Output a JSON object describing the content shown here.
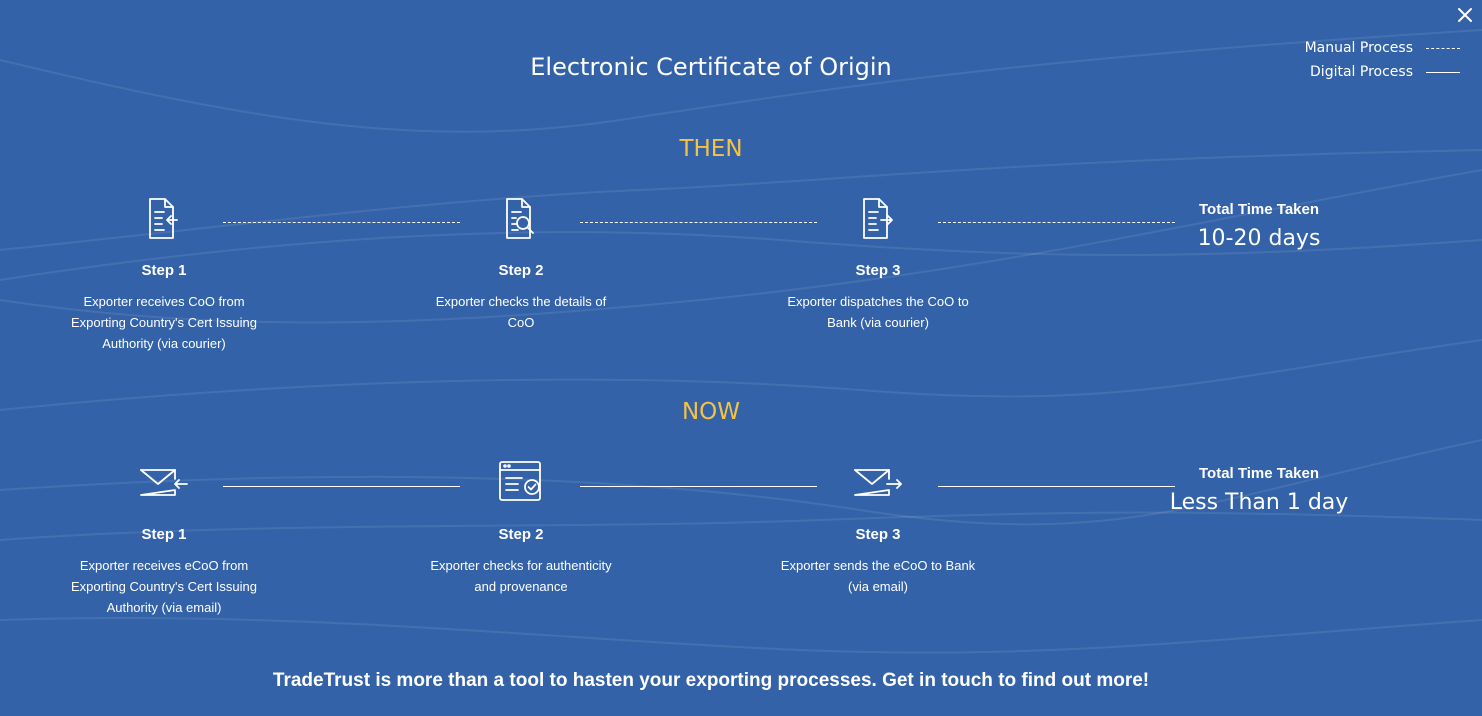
{
  "title": "Electronic Certificate of Origin",
  "legend": {
    "manual": "Manual Process",
    "digital": "Digital Process"
  },
  "then": {
    "label": "THEN",
    "steps": [
      {
        "title": "Step 1",
        "desc": "Exporter receives CoO from Exporting Country's Cert Issuing Authority (via courier)",
        "icon": "document-receive-icon"
      },
      {
        "title": "Step 2",
        "desc": "Exporter checks the details of CoO",
        "icon": "document-search-icon"
      },
      {
        "title": "Step 3",
        "desc": "Exporter dispatches the CoO to Bank (via courier)",
        "icon": "document-send-icon"
      }
    ],
    "total_label": "Total Time Taken",
    "total_value": "10-20 days"
  },
  "now": {
    "label": "NOW",
    "steps": [
      {
        "title": "Step 1",
        "desc": "Exporter receives eCoO from Exporting Country's Cert Issuing Authority (via email)",
        "icon": "email-receive-icon"
      },
      {
        "title": "Step 2",
        "desc": "Exporter checks for authenticity and provenance",
        "icon": "browser-verify-icon"
      },
      {
        "title": "Step 3",
        "desc": "Exporter sends the eCoO to Bank (via email)",
        "icon": "email-send-icon"
      }
    ],
    "total_label": "Total Time Taken",
    "total_value": "Less Than 1 day"
  },
  "cta": "TradeTrust is more than a tool to hasten your exporting processes. Get in touch to find out more!",
  "colors": {
    "background": "#3362a9",
    "accent": "#f4c344",
    "text": "#ffffff"
  }
}
